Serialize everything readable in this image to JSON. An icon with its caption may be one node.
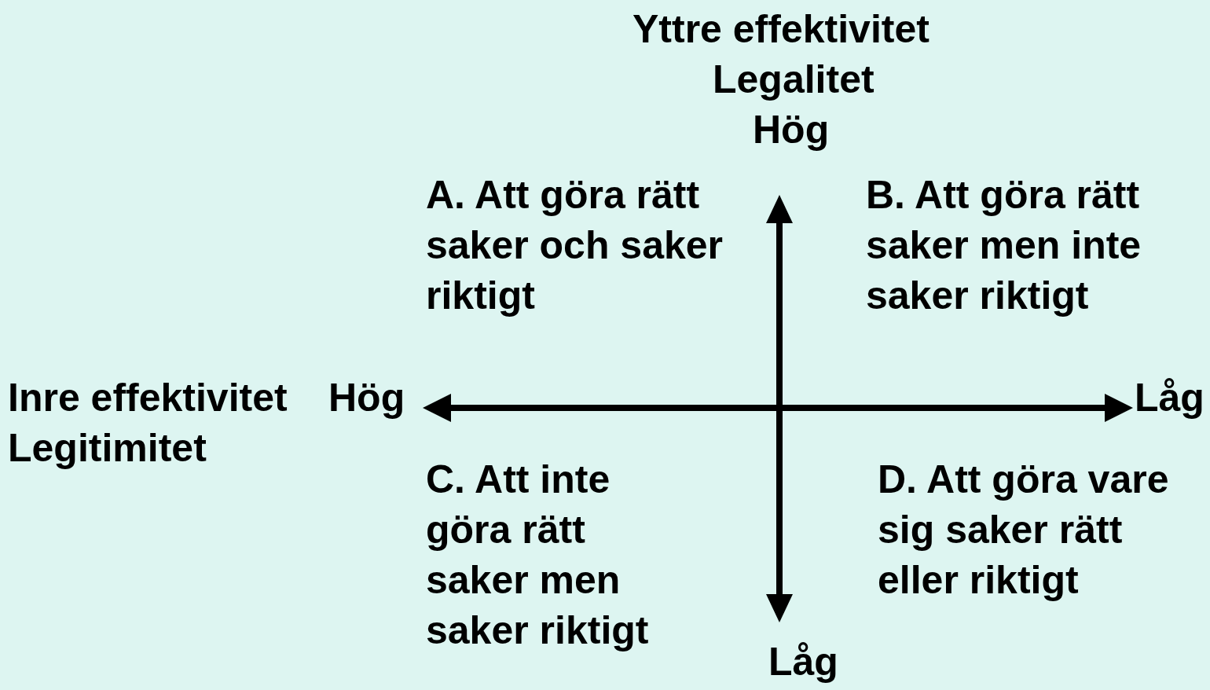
{
  "diagram": {
    "labels": [
      "Yttre effektivitet",
      "Legalitet",
      "Hög",
      "A. Att göra rätt saker och saker riktigt",
      "B. Att göra rätt saker men inte saker riktigt",
      "Inre effektivitet",
      "Hög",
      "Låg",
      "Legitimitet",
      "C. Att inte göra rätt saker men saker riktigt",
      "D. Att göra vare sig saker rätt eller riktigt",
      "Låg"
    ]
  }
}
